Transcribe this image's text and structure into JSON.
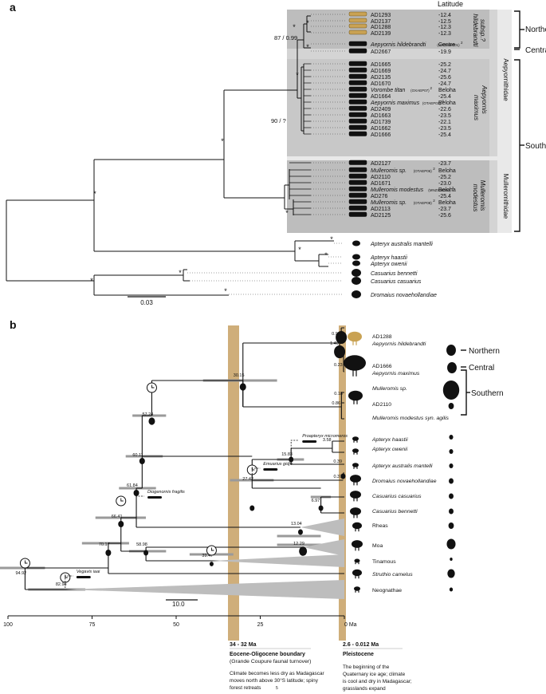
{
  "panel_a": {
    "label": "a",
    "column_header": "Latitude",
    "taxa": [
      {
        "name": "AD1293",
        "lat": "-12.4"
      },
      {
        "name": "AD2137",
        "lat": "-12.5"
      },
      {
        "name": "AD1288",
        "lat": "-12.3"
      },
      {
        "name": "AD2139",
        "lat": "-12.3"
      },
      {
        "name": "Aepyornis hildebrandti",
        "extra": "(MNZS38301)",
        "sup": "2",
        "lat": "Centre"
      },
      {
        "name": "AD2667",
        "lat": "-19.9"
      },
      {
        "name": "AD1665",
        "lat": "-25.2"
      },
      {
        "name": "AD1669",
        "lat": "-24.7"
      },
      {
        "name": "AD2135",
        "lat": "-25.6"
      },
      {
        "name": "AD1670",
        "lat": "-24.7"
      },
      {
        "name": "Vorombe titan",
        "extra": "(OXAEP07)",
        "sup": "2",
        "lat": "Beloha"
      },
      {
        "name": "AD1664",
        "lat": "-25.4"
      },
      {
        "name": "Aepyornis maximus",
        "extra": "(OTAEP03)",
        "sup": "2",
        "lat": "Beloha"
      },
      {
        "name": "AD2409",
        "lat": "-22.6"
      },
      {
        "name": "AD1663",
        "lat": "-23.5"
      },
      {
        "name": "AD1739",
        "lat": "-22.1"
      },
      {
        "name": "AD1662",
        "lat": "-23.5"
      },
      {
        "name": "AD1666",
        "lat": "-25.4"
      },
      {
        "name": "AD2127",
        "lat": "-23.7"
      },
      {
        "name": "Mulleromis sp.",
        "extra": "(OTAEP06)",
        "sup": "2",
        "lat": "Beloha"
      },
      {
        "name": "AD2110",
        "lat": "-25.2"
      },
      {
        "name": "AD1671",
        "lat": "-23.0"
      },
      {
        "name": "Mulleromis modestus",
        "extra": "(MNZS38300)",
        "sup": "2",
        "lat": "Beloha"
      },
      {
        "name": "AD276",
        "lat": "-25.4"
      },
      {
        "name": "Mulleromis sp.",
        "extra": "(OTAEP08)",
        "sup": "2",
        "lat": "Beloha"
      },
      {
        "name": "AD2113",
        "lat": "-23.7"
      },
      {
        "name": "AD2125",
        "lat": "-25.6"
      }
    ],
    "outgroups": [
      "Apteryx australis mantelli",
      "Apteryx haastii",
      "Apteryx owenii",
      "Casuarius bennetti",
      "Casuarius casuarius",
      "Dromaius novaehollandiae"
    ],
    "support_main": "87 / 0.99",
    "support_b": "90 / ?",
    "asterisk": "*",
    "clade_labels": {
      "hildebrandti": "hildebrandti",
      "subsp": "subsp.?",
      "aepyornis": "Aepyornis",
      "maximus": "maximus",
      "aepyornithidae": "Aepyornithidae",
      "mulleromis": "Mulleromis",
      "modestus": "modestus",
      "mulleromithidae": "Mulleromithidae"
    },
    "regions": {
      "northern": "Northern",
      "central": "Central",
      "southern": "Southern"
    },
    "scale": "0.03"
  },
  "panel_b": {
    "label": "b",
    "tips": [
      "AD1288",
      "Aepyornis hildebrandti",
      "AD1666",
      "Aepyornis maximus",
      "Mulleromis sp.",
      "AD2110",
      "Mulleromis modestus syn. agilis",
      "Apteryx haastii",
      "Apteryx owenii",
      "Apteryx australis mantelli",
      "Dromaius novaehollandiae",
      "Casuarius casuarius",
      "Casuarius bennetti",
      "Rheas",
      "Moa",
      "Tinamous",
      "Struthio camelus",
      "Neognathae"
    ],
    "node_ages": [
      "94.92",
      "82.98",
      "70.17",
      "66.41",
      "61.84",
      "60.11",
      "57.24",
      "58.98",
      "39.47",
      "30.15",
      "27.42",
      "15.83",
      "13.04",
      "12.29",
      "6.97",
      "3.58",
      "1.40",
      "0.92",
      "0.23",
      "0.18",
      "0.86",
      "0.37",
      "0.39"
    ],
    "fossils": [
      "Proapteryx micromeros",
      "Emuarius gidju",
      "Diogenornis fragilis",
      "Vegavis iaai"
    ],
    "regions": {
      "northern": "Northern",
      "central": "Central",
      "southern": "Southern"
    },
    "axis": {
      "ticks": [
        "100",
        "75",
        "50",
        "25",
        "0 Ma"
      ],
      "scale": "10.0"
    },
    "events": [
      {
        "title": "34 - 32 Ma",
        "subtitle": "Eocene-Oligocene boundary",
        "sub2": "(Grande Coupure faunal turnover)",
        "text": [
          "Climate becomes less dry as Madagascar",
          "moves north above 30°S latitude; spiny",
          "forest retreats"
        ],
        "sup": "5"
      },
      {
        "title": "2.6 - 0.012 Ma",
        "subtitle": "Pleistocene",
        "text": [
          "The beginning of the",
          "Quaternary ice age; climate",
          "is cool and dry in Madagascar;",
          "grasslands expand"
        ]
      }
    ]
  }
}
